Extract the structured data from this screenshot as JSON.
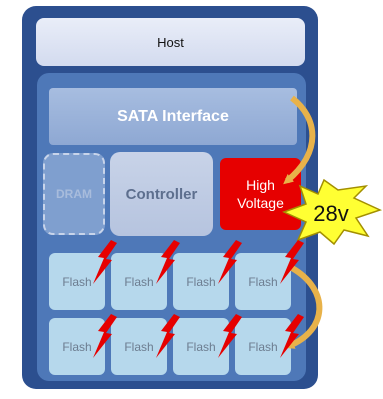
{
  "host": {
    "label": "Host"
  },
  "sata": {
    "label": "SATA Interface"
  },
  "dram": {
    "label": "DRAM"
  },
  "controller": {
    "label": "Controller"
  },
  "high_voltage": {
    "line1": "High",
    "line2": "Voltage"
  },
  "voltage_badge": {
    "label": "28v"
  },
  "flash": {
    "row1": [
      "Flash",
      "Flash",
      "Flash",
      "Flash"
    ],
    "row2": [
      "Flash",
      "Flash",
      "Flash",
      "Flash"
    ]
  },
  "colors": {
    "outer_board": "#2c4f8f",
    "inner_board": "#4e78b8",
    "high_voltage": "#e60000",
    "flash_cell": "#b6d8ec",
    "badge": "#ffff33",
    "arrow": "#e8b24a",
    "bolt": "#e60000"
  },
  "icons": [
    "lightning-bolt-icon",
    "curved-arrow-icon",
    "starburst-badge"
  ]
}
